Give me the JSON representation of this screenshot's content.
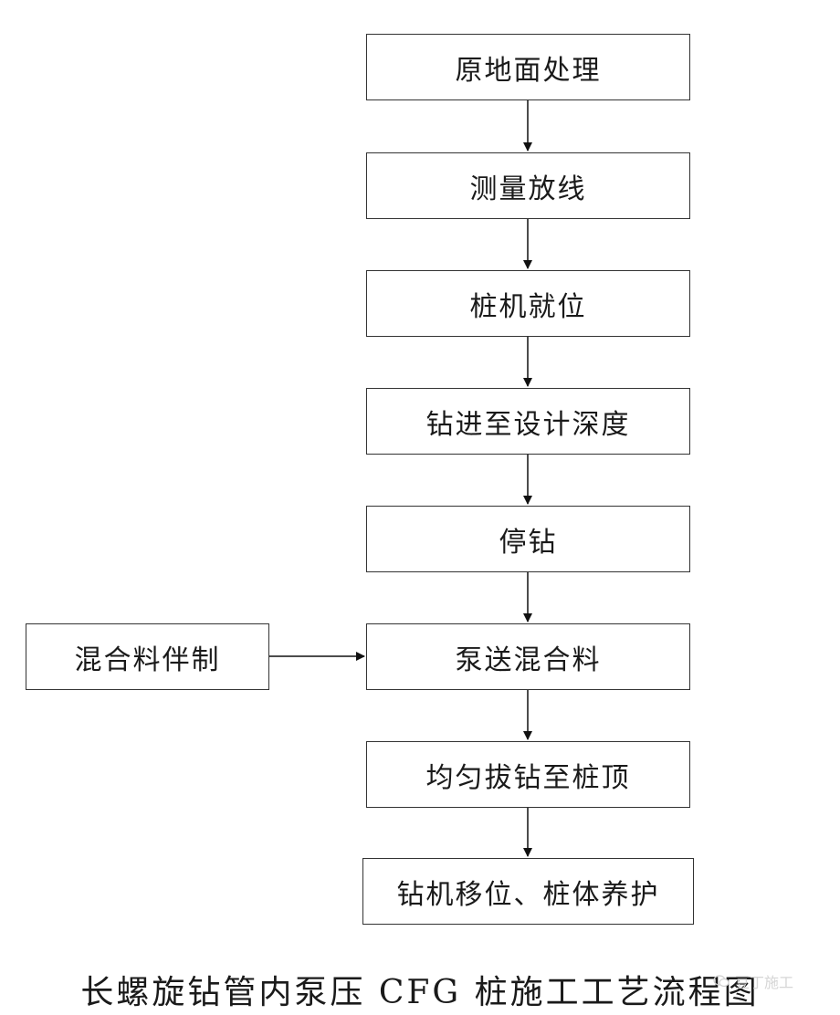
{
  "flowchart": {
    "steps": [
      {
        "label": "原地面处理"
      },
      {
        "label": "测量放线"
      },
      {
        "label": "桩机就位"
      },
      {
        "label": "钻进至设计深度"
      },
      {
        "label": "停钻"
      },
      {
        "label": "泵送混合料"
      },
      {
        "label": "均匀拔钻至桩顶"
      },
      {
        "label": "钻机移位、桩体养护"
      }
    ],
    "side_input": {
      "label": "混合料伴制",
      "feeds_into": "泵送混合料"
    }
  },
  "caption": "长螺旋钻管内泵压 CFG 桩施工工艺流程图",
  "watermark": {
    "text": "豆丁施工",
    "icon": "wechat-icon"
  },
  "colors": {
    "line": "#333333",
    "text": "#1a1a1a",
    "background": "#ffffff"
  }
}
